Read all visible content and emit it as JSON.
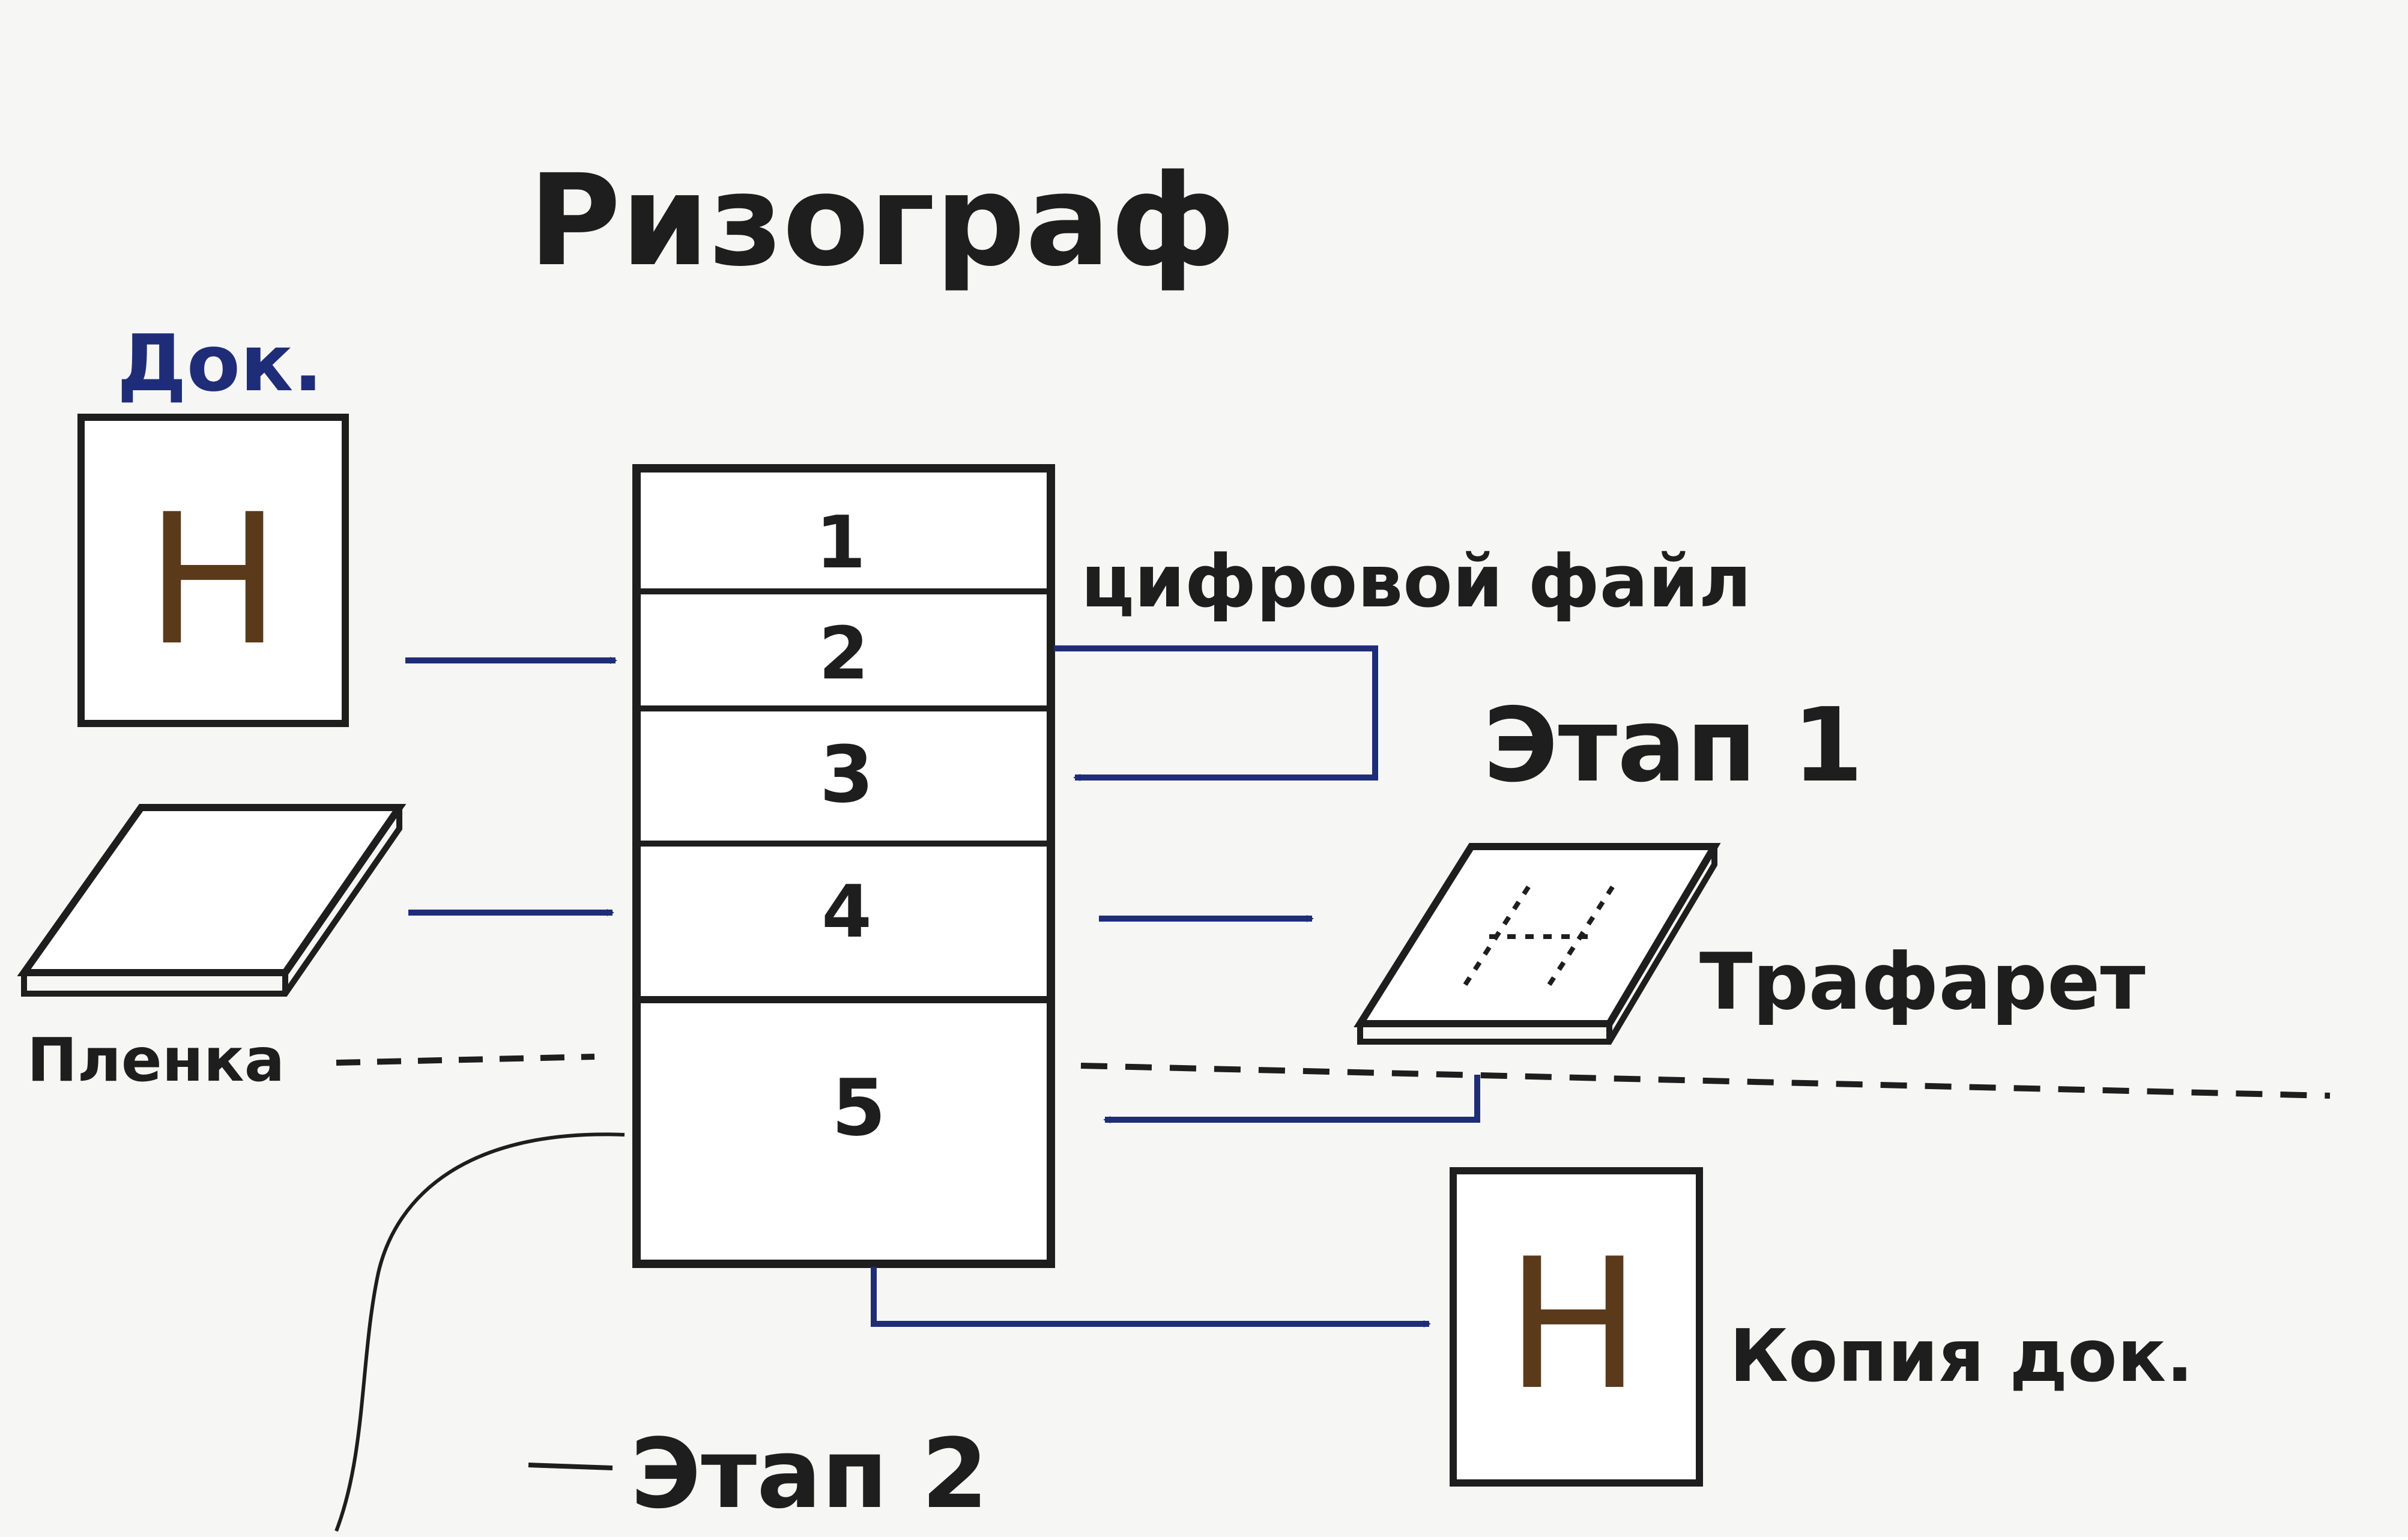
{
  "diagram": {
    "title": "Ризограф",
    "doc_label": "Док.",
    "doc_letter": "H",
    "film_label": "Пленка",
    "sections": [
      "1",
      "2",
      "3",
      "4",
      "5"
    ],
    "digital_file_label": "цифровой файл",
    "stage1_label": "Этап 1",
    "stencil_label": "Трафарет",
    "copy_letter": "H",
    "copy_label": "Копия док.",
    "stage2_label": "Этап 2"
  },
  "colors": {
    "ink": "#1e1e1e",
    "blue": "#1f2d78",
    "letter_brown": "#5a3a1a",
    "paper": "#f6f6f4"
  }
}
